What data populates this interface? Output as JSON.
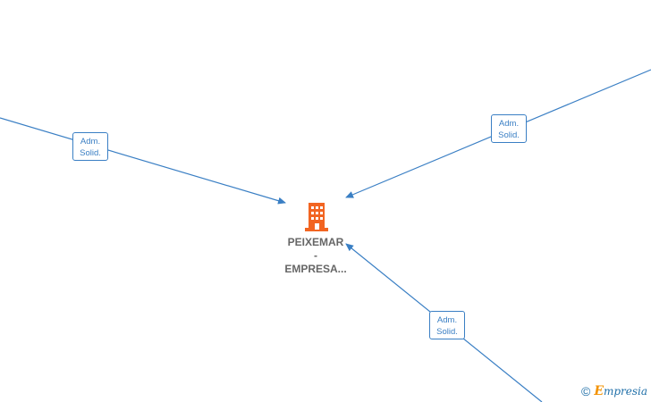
{
  "company": {
    "name_line1": "PEIXEMAR",
    "name_line2": "-",
    "name_line3": "EMPRESA...",
    "icon": "building-icon",
    "icon_color": "#f26522"
  },
  "edges": [
    {
      "label_line1": "Adm.",
      "label_line2": "Solid."
    },
    {
      "label_line1": "Adm.",
      "label_line2": "Solid."
    },
    {
      "label_line1": "Adm.",
      "label_line2": "Solid."
    }
  ],
  "colors": {
    "edge": "#3a7fc4",
    "text": "#666666"
  },
  "watermark": {
    "symbol": "©",
    "brand_first": "E",
    "brand_rest": "mpresia"
  }
}
